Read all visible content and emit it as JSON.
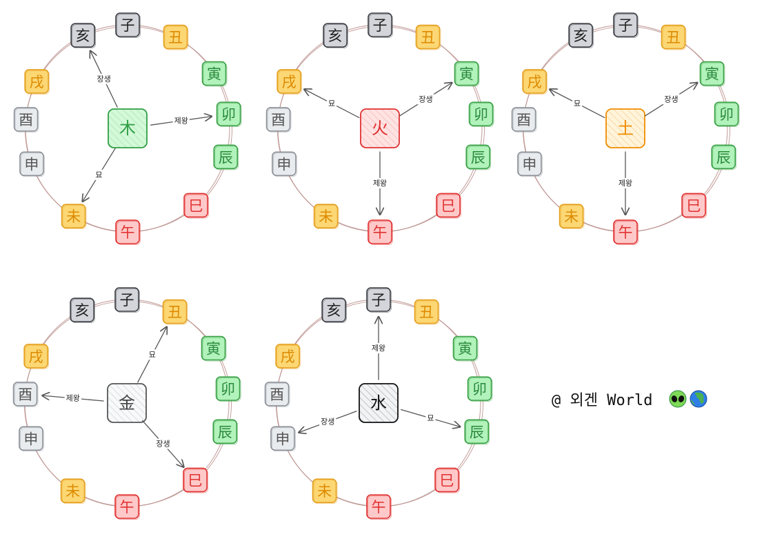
{
  "colors": {
    "water": {
      "fill": "#d3d5da",
      "stroke": "#3c3f44",
      "text": "#222222"
    },
    "earth": {
      "fill": "#fcd774",
      "stroke": "#e5a020",
      "text": "#dd8a00"
    },
    "wood": {
      "fill": "#b2f2bb",
      "stroke": "#3aa046",
      "text": "#2b8a3e"
    },
    "fire": {
      "fill": "#ffc9c9",
      "stroke": "#e03131",
      "text": "#e03131"
    },
    "metal": {
      "fill": "#e9ecef",
      "stroke": "#8c9198",
      "text": "#555555"
    },
    "centerWood": {
      "fill": "#d3f9d8",
      "stroke": "#2f9e44",
      "text": "#2f9e44",
      "hatch": "#a9e0b4"
    },
    "centerFire": {
      "fill": "#ffe3e3",
      "stroke": "#e03131",
      "text": "#e03131",
      "hatch": "#f5b4b4"
    },
    "centerEarth": {
      "fill": "#fff4db",
      "stroke": "#f08c00",
      "text": "#f08c00",
      "hatch": "#f5cf8a"
    },
    "centerMetal": {
      "fill": "#f8f9fa",
      "stroke": "#555555",
      "text": "#444444",
      "hatch": "#d0d0d0"
    },
    "centerWater": {
      "fill": "#f1f3f5",
      "stroke": "#111111",
      "text": "#111111",
      "hatch": "#b0b0b0"
    }
  },
  "branches": [
    {
      "char": "子",
      "element": "water"
    },
    {
      "char": "丑",
      "element": "earth"
    },
    {
      "char": "寅",
      "element": "wood"
    },
    {
      "char": "卯",
      "element": "wood"
    },
    {
      "char": "辰",
      "element": "wood"
    },
    {
      "char": "巳",
      "element": "fire"
    },
    {
      "char": "午",
      "element": "fire"
    },
    {
      "char": "未",
      "element": "earth"
    },
    {
      "char": "申",
      "element": "metal"
    },
    {
      "char": "酉",
      "element": "metal"
    },
    {
      "char": "戌",
      "element": "earth"
    },
    {
      "char": "亥",
      "element": "water"
    }
  ],
  "diagrams": [
    {
      "center": "木",
      "style": "centerWood",
      "arrows": [
        {
          "label": "장생",
          "target": "亥"
        },
        {
          "label": "제왕",
          "target": "卯"
        },
        {
          "label": "묘",
          "target": "未"
        }
      ]
    },
    {
      "center": "火",
      "style": "centerFire",
      "arrows": [
        {
          "label": "장생",
          "target": "寅"
        },
        {
          "label": "제왕",
          "target": "午"
        },
        {
          "label": "묘",
          "target": "戌"
        }
      ]
    },
    {
      "center": "土",
      "style": "centerEarth",
      "arrows": [
        {
          "label": "장생",
          "target": "寅"
        },
        {
          "label": "제왕",
          "target": "午"
        },
        {
          "label": "묘",
          "target": "戌"
        }
      ]
    },
    {
      "center": "金",
      "style": "centerMetal",
      "arrows": [
        {
          "label": "장생",
          "target": "巳"
        },
        {
          "label": "제왕",
          "target": "酉"
        },
        {
          "label": "묘",
          "target": "丑"
        }
      ]
    },
    {
      "center": "水",
      "style": "centerWater",
      "arrows": [
        {
          "label": "장생",
          "target": "申"
        },
        {
          "label": "제왕",
          "target": "子"
        },
        {
          "label": "묘",
          "target": "辰"
        }
      ]
    }
  ],
  "watermark": {
    "text": "@ 외겐 World",
    "icons": [
      "alien-icon",
      "globe-icon"
    ]
  }
}
